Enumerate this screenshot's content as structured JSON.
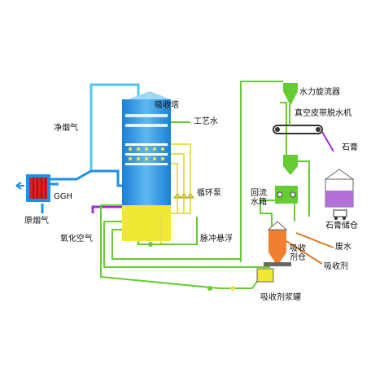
{
  "labels": {
    "absorber": "吸收塔",
    "process_water": "工艺水",
    "clean_gas": "净烟气",
    "ggh": "GGH",
    "raw_gas": "原烟气",
    "oxidation_air": "氧化空气",
    "circ_pump": "循环泵",
    "pulse_suspension": "脉冲悬浮",
    "hydrocyclone": "水力旋流器",
    "vacuum_belt": "真空皮带脱水机",
    "gypsum": "石膏",
    "gypsum_storage": "石膏储仓",
    "return_tank": "回流水箱",
    "absorbent": "吸收剂仓",
    "wastewater": "废水",
    "absorbent_agent": "吸收剂",
    "slurry_tank": "吸收剂浆罐"
  },
  "colors": {
    "tower": "#1e90e6",
    "tower_light": "#9fd8f5",
    "slurry": "#f0e832",
    "gas_pipe": "#1e90e6",
    "clean_pipe": "#4fc6f0",
    "water_pipe": "#66cc33",
    "slurry_pipe": "#e8e050",
    "air_pipe": "#9933cc",
    "ggh_red": "#e02020",
    "waste_pipe": "#e07a20",
    "gypsum_fill": "#b070d8",
    "absorbent_fill": "#f08030"
  }
}
